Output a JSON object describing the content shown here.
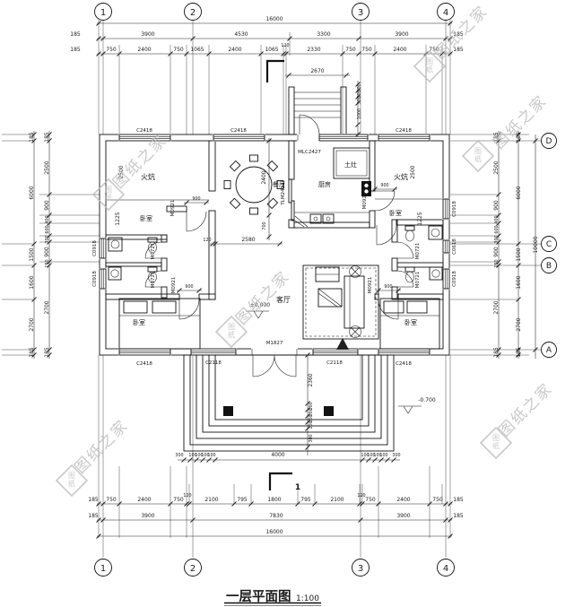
{
  "title": {
    "name": "一层平面图",
    "scale": "1:100"
  },
  "axes": {
    "cols": [
      "1",
      "2",
      "3",
      "4"
    ],
    "rows": [
      "D",
      "C",
      "B",
      "A"
    ]
  },
  "watermark": {
    "text": "图纸之家",
    "logo_char1": "图",
    "logo_char2": "纸"
  },
  "section_label": "1",
  "levels": {
    "floor": "±0.000",
    "porch": "-0.700"
  },
  "rooms": {
    "kang_left": "火炕",
    "kang_right": "火炕",
    "bedroom_small_left": "卧室",
    "bedroom_small_right": "卧室",
    "bedroom_left": "卧室",
    "bedroom_right": "卧室",
    "dining": "餐厅",
    "kitchen": "厨房",
    "stove": "土灶",
    "living": "客厅"
  },
  "openings": {
    "c2418_top_left": "C2418",
    "c2418_top_mid": "C2418",
    "c2418_top_right": "C2418",
    "mlc2427": "MLC2427",
    "tlm2421": "TLM2421",
    "c2418_bottom_left": "C2418",
    "c2418_bottom_right": "C2418",
    "c2118_left": "C2118",
    "c2118_right": "C2118",
    "m1827": "M1827",
    "c0918_left_upper": "C0918",
    "c0918_left_lower": "C0918",
    "c0918_right_upper": "C0918",
    "c0618_right": "C0618",
    "c0918_right_lower": "C0918",
    "m0921_kang_left": "M0921",
    "m0921_bedroom_left": "M0921",
    "m0921_kitchen": "M0921",
    "m0921_bedroom_right": "M0921",
    "m0721_bath_left_upper": "M0721",
    "m0721_bath_left_lower": "M0721",
    "m0721_bath_right_upper": "M0721",
    "m0721_bath_right_lower": "M0721"
  },
  "dims": {
    "top": {
      "total": "16000",
      "row2": [
        "185",
        "3900",
        "4530",
        "3300",
        "3900",
        "185"
      ],
      "row3": [
        "185",
        "750",
        "2400",
        "750",
        "1065",
        "2400",
        "1065",
        "120",
        "2330",
        "750",
        "750",
        "2400",
        "750",
        "185"
      ],
      "porch_width": "2670",
      "steps": [
        "300",
        "300",
        "300"
      ],
      "door": "1000"
    },
    "bottom": {
      "total": "16000",
      "row2": [
        "185",
        "3900",
        "7830",
        "3900",
        "185"
      ],
      "row1": [
        "185",
        "750",
        "2400",
        "750",
        "120",
        "2100",
        "795",
        "1800",
        "795",
        "2100",
        "120",
        "750",
        "2400",
        "750",
        "185"
      ],
      "porch_row": [
        "300",
        "100",
        "100",
        "100",
        "100",
        "4000",
        "100",
        "100",
        "100",
        "100",
        "300"
      ],
      "porch_depth": [
        "2360",
        "100",
        "100",
        "100",
        "100",
        "300"
      ]
    },
    "left": {
      "outer": [
        "185",
        "6000",
        "1500",
        "1600",
        "2700",
        "185"
      ],
      "inner": [
        "185",
        "2500",
        "900",
        "400",
        "600",
        "300",
        "900",
        "150",
        "2700",
        "185"
      ]
    },
    "right": {
      "outer": [
        "185",
        "6000",
        "1500",
        "1600",
        "2700",
        "185"
      ],
      "inner": [
        "185",
        "2500",
        "900",
        "400",
        "600",
        "300",
        "900",
        "150",
        "2700",
        "185"
      ],
      "total": "10000"
    },
    "interior": {
      "dining_depth": "2400",
      "dining_lower": "700",
      "hall_offset": "120",
      "hall_width": "2580",
      "kang_left_depth": "2500",
      "bed_left_zone": "1225",
      "kang_right_depth": "2500",
      "bed_right_zone": "1225",
      "door_kang_left": "900",
      "door_bedroom_left": "900",
      "door_kitchen": "900",
      "door_bedroom_right": "900"
    }
  }
}
